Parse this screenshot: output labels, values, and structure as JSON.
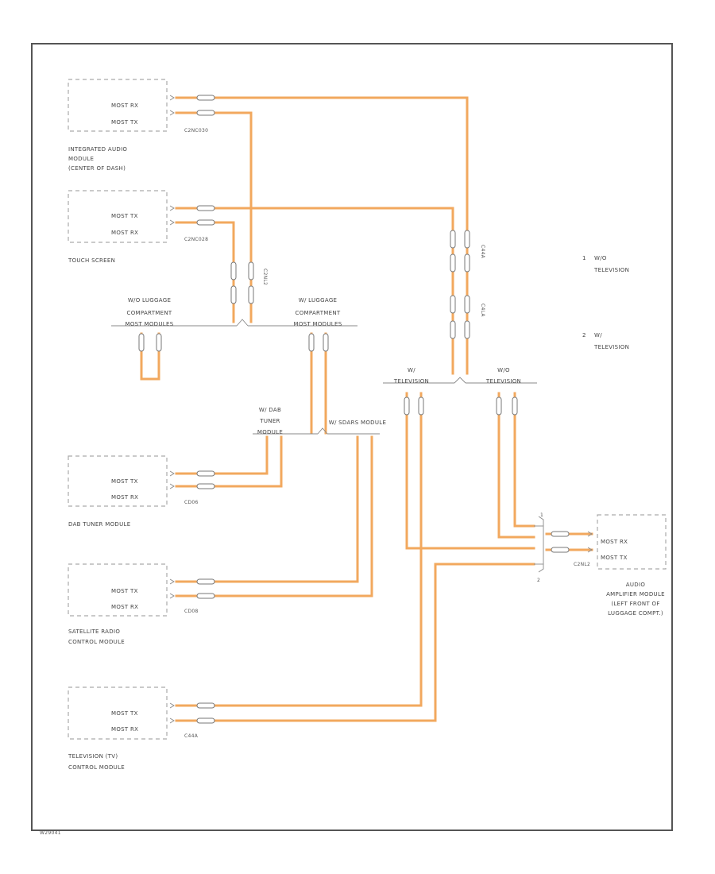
{
  "modules": {
    "integrated_audio": {
      "pin1": "MOST RX",
      "pin2": "MOST TX",
      "connector": "C2NC030",
      "title": [
        "INTEGRATED AUDIO",
        "MODULE",
        "(CENTER OF DASH)"
      ]
    },
    "touch_screen": {
      "pin1": "MOST TX",
      "pin2": "MOST RX",
      "connector": "C2NC028",
      "title": [
        "TOUCH SCREEN"
      ]
    },
    "dab_tuner": {
      "pin1": "MOST TX",
      "pin2": "MOST RX",
      "connector": "CD06",
      "title": [
        "DAB TUNER MODULE"
      ]
    },
    "satellite_radio": {
      "pin1": "MOST TX",
      "pin2": "MOST RX",
      "connector": "CD08",
      "title": [
        "SATELLITE RADIO",
        "CONTROL MODULE"
      ]
    },
    "television": {
      "pin1": "MOST TX",
      "pin2": "MOST RX",
      "connector": "C44A",
      "title": [
        "TELEVISION (TV)",
        "CONTROL MODULE"
      ]
    },
    "audio_amplifier": {
      "pin1": "MOST RX",
      "pin2": "MOST TX",
      "connector": "C2NL2",
      "title": [
        "AUDIO",
        "AMPLIFIER MODULE",
        "(LEFT FRONT OF",
        "LUGGAGE COMPT.)"
      ]
    }
  },
  "switches": {
    "luggage_wo": [
      "W/O LUGGAGE",
      "COMPARTMENT",
      "MOST MODULES"
    ],
    "luggage_w": [
      "W/ LUGGAGE",
      "COMPARTMENT",
      "MOST MODULES"
    ],
    "dab": [
      "W/ DAB",
      "TUNER",
      "MODULE"
    ],
    "sdars": "W/ SDARS MODULE",
    "tv_w": [
      "W/",
      "TELEVISION"
    ],
    "tv_wo": [
      "W/O",
      "TELEVISION"
    ]
  },
  "inline_connectors": [
    "C2NL2",
    "C44A",
    "C4LA"
  ],
  "legend": [
    {
      "num": "1",
      "text": [
        "W/O",
        "TELEVISION"
      ]
    },
    {
      "num": "2",
      "text": [
        "W/",
        "TELEVISION"
      ]
    }
  ],
  "amp_switch_labels": [
    "1",
    "2"
  ],
  "figure_id": "W29041"
}
